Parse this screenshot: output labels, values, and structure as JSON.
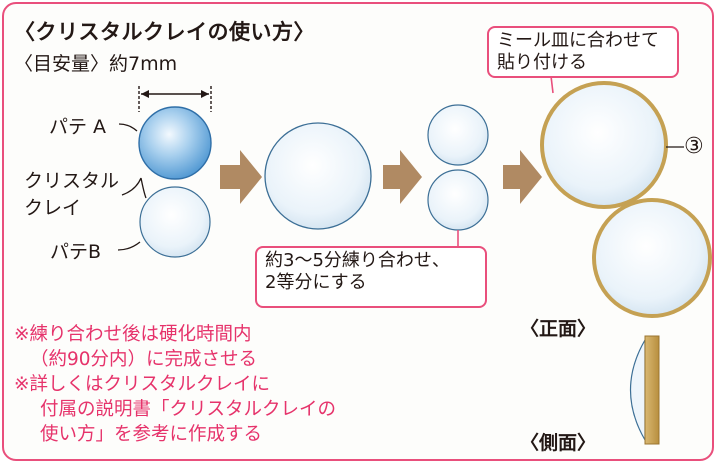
{
  "title": "〈クリスタルクレイの使い方〉",
  "guide": "〈目安量〉約7mm",
  "labels": {
    "pate_a": "パテ A",
    "crystal_clay_1": "クリスタル",
    "crystal_clay_2": "クレイ",
    "pate_b": "パテB",
    "number_3": "③"
  },
  "callouts": {
    "mix_line1": "約3〜5分練り合わせ、",
    "mix_line2": "2等分にする",
    "attach_line1": "ミール皿に合わせて",
    "attach_line2": "貼り付ける"
  },
  "views": {
    "front": "〈正面〉",
    "side": "〈側面〉"
  },
  "notes": [
    "※練り合わせ後は硬化時間内",
    "（約90分内）に完成させる",
    "※詳しくはクリスタルクレイに",
    "付属の説明書「クリスタルクレイの",
    "使い方」を参考に作成する"
  ],
  "colors": {
    "frame_pink": "#e94f7c",
    "note_pink": "#e6336b",
    "arrow_brown": "#b08a63",
    "pate_a_blue": "#6eaee0",
    "clay_light": "#e6f1f9",
    "gold_rim": "#c5a153"
  }
}
